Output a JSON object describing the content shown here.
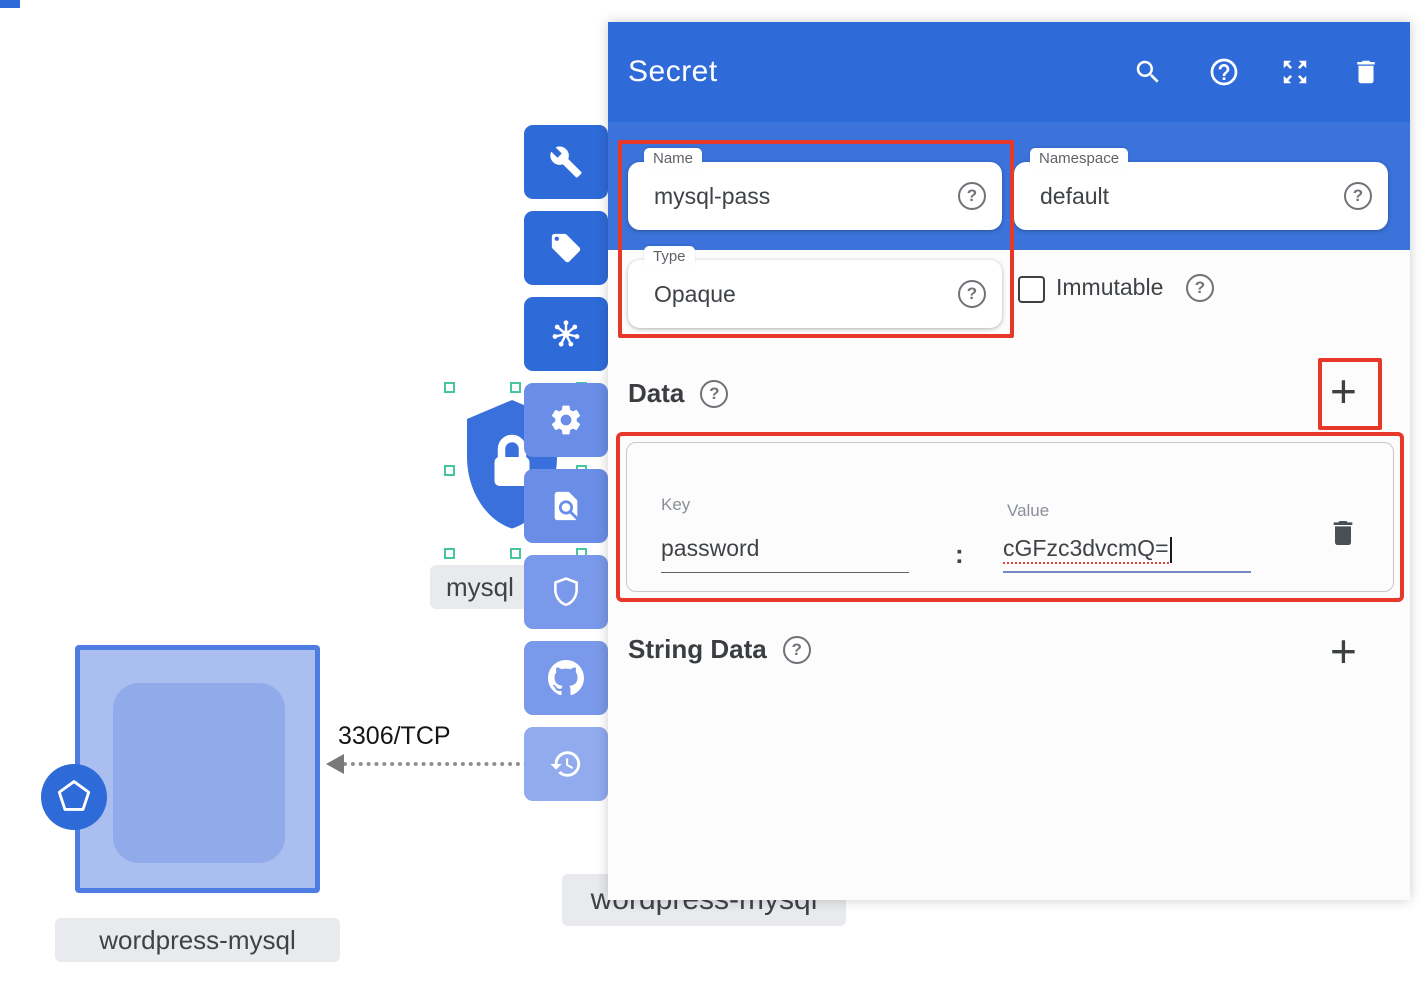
{
  "glyphs": {
    "question": "?",
    "plus": "+"
  },
  "colors": {
    "accent": "#2e6bd8",
    "highlight": "#e8382a"
  },
  "canvas": {
    "secret_label": "mysql",
    "pod_label": "wordpress-mysql",
    "pod_label_back": "wordpress-mysql",
    "edge_label": "3306/TCP"
  },
  "toolbar": {
    "items": [
      "wrench",
      "tag",
      "kubernetes-hub",
      "gear",
      "find-in-page",
      "shield",
      "github",
      "history"
    ]
  },
  "panel": {
    "title": "Secret",
    "header_icons": [
      "search",
      "help",
      "expand",
      "delete"
    ],
    "name": {
      "label": "Name",
      "value": "mysql-pass"
    },
    "namespace": {
      "label": "Namespace",
      "value": "default"
    },
    "type": {
      "label": "Type",
      "value": "Opaque"
    },
    "immutable": {
      "label": "Immutable",
      "checked": false
    },
    "data_section": {
      "title": "Data"
    },
    "data_row": {
      "key_label": "Key",
      "key_value": "password",
      "separator": ":",
      "value_label": "Value",
      "value_value": "cGFzc3dvcmQ="
    },
    "string_data_section": {
      "title": "String Data"
    }
  }
}
